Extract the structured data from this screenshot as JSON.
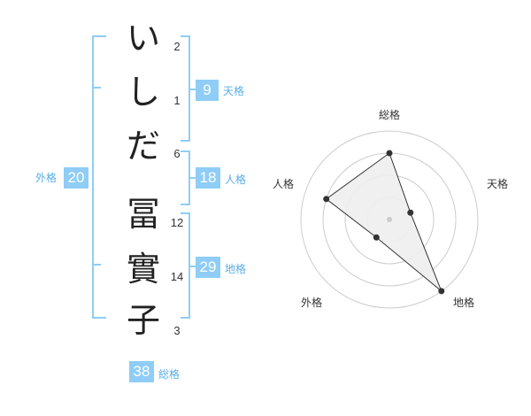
{
  "name_chars": [
    {
      "char": "い",
      "strokes": "2"
    },
    {
      "char": "し",
      "strokes": "1"
    },
    {
      "char": "だ",
      "strokes": "6"
    },
    {
      "char": "冨",
      "strokes": "12"
    },
    {
      "char": "實",
      "strokes": "14"
    },
    {
      "char": "子",
      "strokes": "3"
    }
  ],
  "fortunes": {
    "tenkaku": {
      "value": "9",
      "label": "天格"
    },
    "jinkaku": {
      "value": "18",
      "label": "人格"
    },
    "chikaku": {
      "value": "29",
      "label": "地格"
    },
    "gaikaku": {
      "value": "20",
      "label": "外格"
    },
    "soukaku": {
      "value": "38",
      "label": "総格"
    }
  },
  "chart_data": {
    "type": "radar",
    "axes": [
      "総格",
      "天格",
      "地格",
      "外格",
      "人格"
    ],
    "values": [
      0.75,
      0.25,
      1.0,
      0.25,
      0.75
    ],
    "rings": 4,
    "colors": {
      "accent": "#8fcdf6",
      "label": "#58aee8",
      "polygon_fill": "#eeeeee",
      "grid": "#cccccc"
    }
  }
}
